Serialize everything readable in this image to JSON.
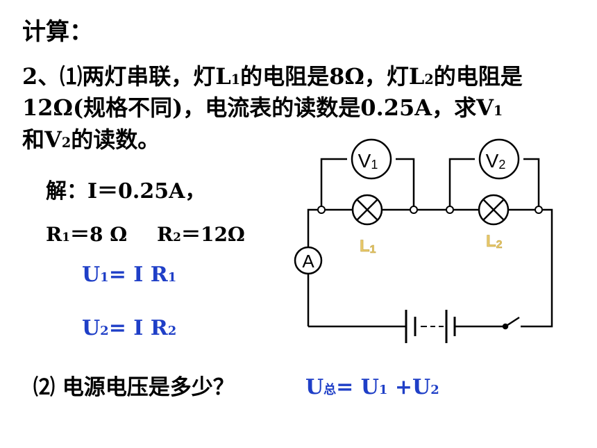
{
  "title": "计算：",
  "problem": {
    "num": "2、⑴两灯串联，灯L",
    "l1_sub": "1",
    "p2": "的电阻是8Ω，灯L",
    "l2_sub": "2",
    "p3": "的电阻是12Ω(规格不同)，电流表的读数是0.25A，求V",
    "v1_sub": "1",
    "p4": "和V",
    "v2_sub": "2",
    "p5": "的读数。"
  },
  "solution": {
    "line1": "解：I＝0.25A，",
    "r1_main": "R",
    "r1_sub": "1",
    "r1_val": "＝8 Ω",
    "r2_main": "R",
    "r2_sub": "2",
    "r2_val": "＝12Ω",
    "u1_a": "U",
    "u1_sub": "1",
    "u1_b": "= I R",
    "u1_sub2": "1",
    "u2_a": "U",
    "u2_sub": "2",
    "u2_b": "= I R",
    "u2_sub2": "2"
  },
  "question2": {
    "text": "⑵ 电源电压是多少？",
    "formula_a": "U",
    "formula_sub": "总",
    "formula_b": "= U",
    "formula_sub1": "1",
    "formula_c": " +U",
    "formula_sub2": "2"
  },
  "circuit": {
    "ammeter": "A",
    "v1": "V",
    "v1_sub": "1",
    "v2": "V",
    "v2_sub": "2",
    "l1": "L",
    "l1_sub": "1",
    "l2": "L",
    "l2_sub": "2",
    "label_color": "#e8c86a"
  }
}
